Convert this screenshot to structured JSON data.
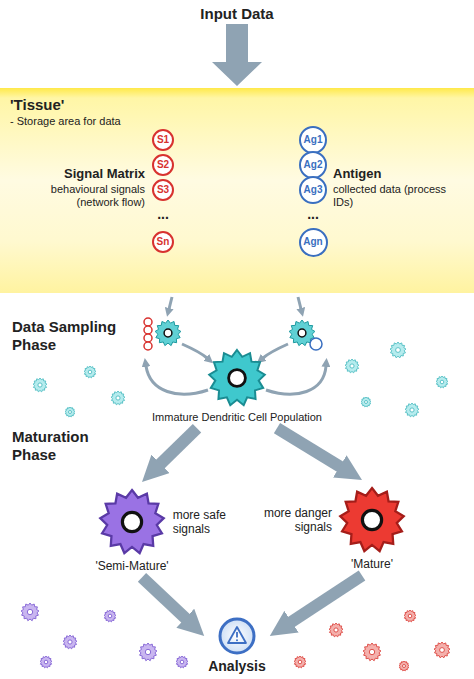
{
  "diagram": {
    "title": "Input Data",
    "nodes": [
      {
        "text": [
          "'Tissue'",
          "- Storage area for data"
        ]
      },
      {
        "text": [
          "S1"
        ],
        "in": 0
      },
      {
        "text": [
          "S2"
        ],
        "in": 0
      },
      {
        "text": [
          "S3"
        ],
        "in": 0
      },
      {
        "text": [
          "Sn"
        ],
        "in": 0
      },
      {
        "text": [
          "Ag1"
        ],
        "in": 0
      },
      {
        "text": [
          "Ag2"
        ],
        "in": 0
      },
      {
        "text": [
          "Ag3"
        ],
        "in": 0
      },
      {
        "text": [
          "Agn"
        ],
        "in": 0
      },
      {
        "text": [
          "Immature Dendritic Cell Population"
        ]
      },
      {
        "text": [
          "more safe signals",
          "'Semi-Mature'"
        ]
      },
      {
        "text": [
          "more danger signals",
          "'Mature'"
        ]
      },
      {
        "text": [
          "Analysis"
        ]
      }
    ],
    "edges": [
      {
        "from": 9,
        "to": 10,
        "arrow": "to"
      },
      {
        "from": 9,
        "to": 11,
        "arrow": "to"
      },
      {
        "from": 10,
        "to": 12,
        "arrow": "to"
      },
      {
        "from": 11,
        "to": 12,
        "arrow": "to"
      }
    ],
    "labels": [
      "Signal Matrix",
      "behavioural signals (network flow)",
      "Antigen",
      "collected data (process IDs)",
      "...",
      "...",
      "Data Sampling Phase",
      "Maturation Phase"
    ]
  }
}
